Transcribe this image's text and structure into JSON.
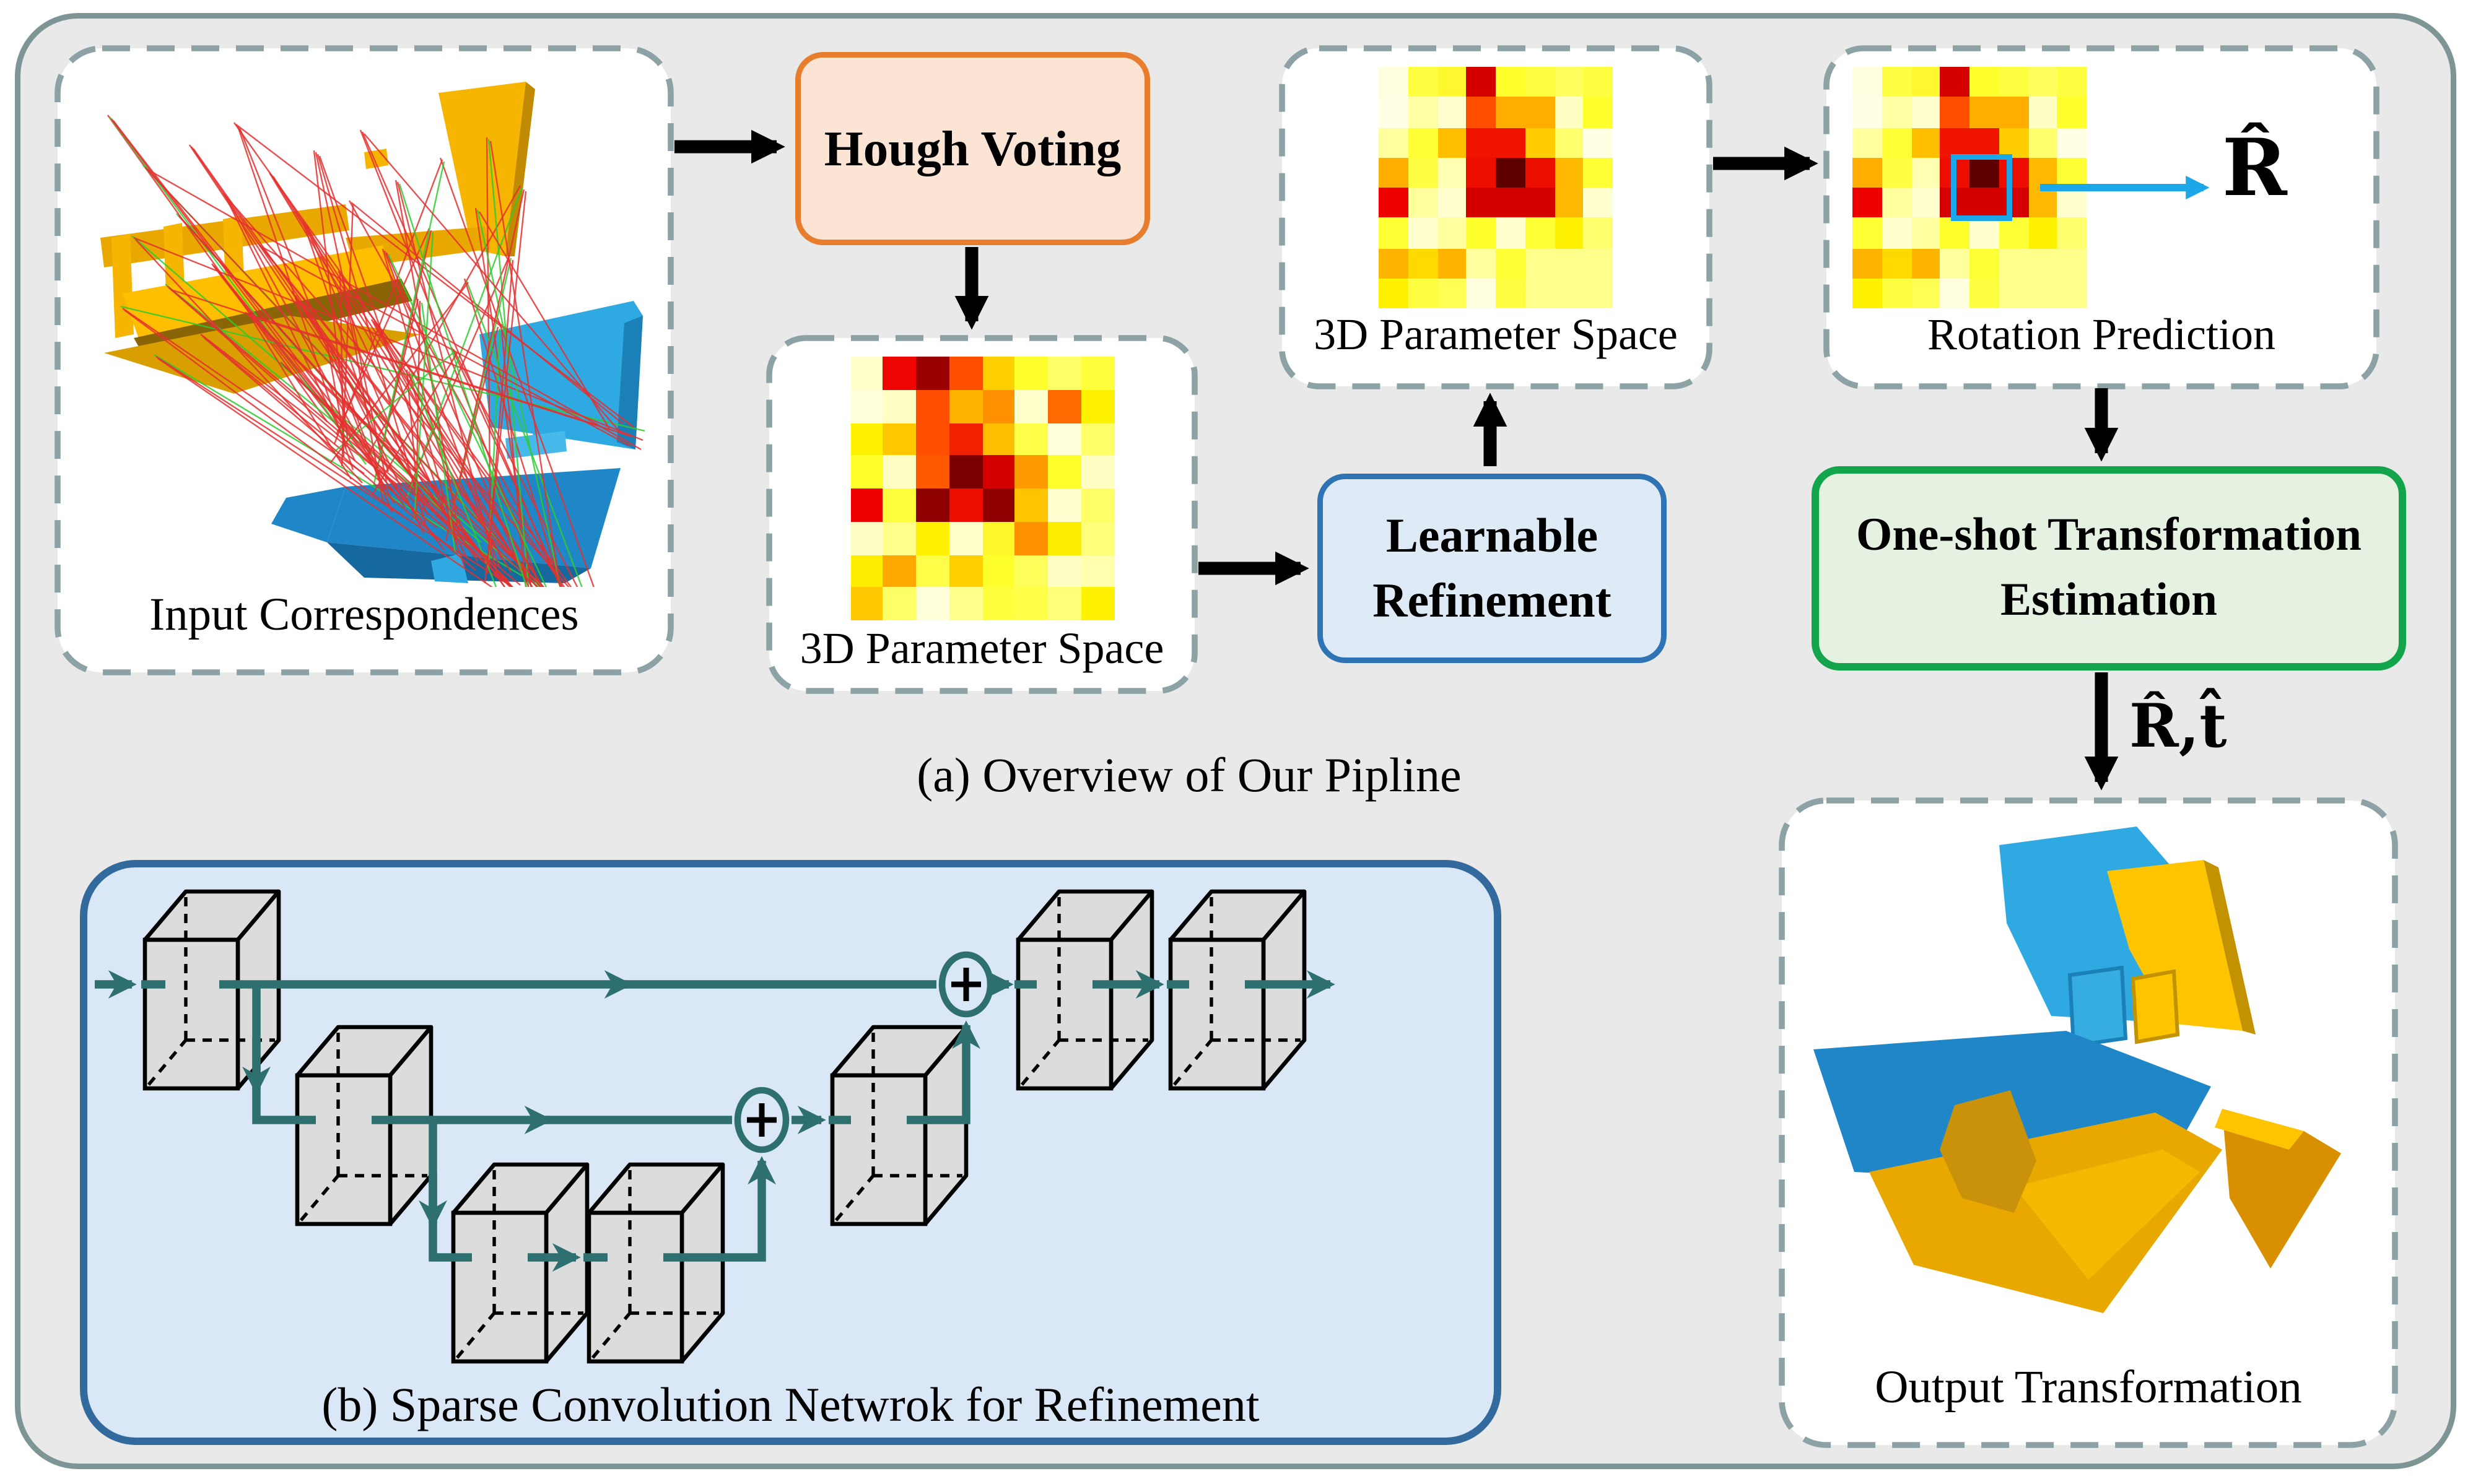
{
  "figure": {
    "panel_a": {
      "caption": "(a) Overview of Our Pipline",
      "input_box": {
        "label": "Input Correspondences"
      },
      "hough_box": {
        "label": "Hough Voting"
      },
      "param_space_box_1": {
        "label": "3D Parameter Space"
      },
      "learnable_box": {
        "label_line_1": "Learnable",
        "label_line_2": "Refinement"
      },
      "param_space_box_2": {
        "label": "3D Parameter Space"
      },
      "rotation_box": {
        "label": "Rotation Prediction",
        "rotation_annotation": "R̂"
      },
      "oneshot_box": {
        "label_line_1": "One-shot Transformation",
        "label_line_2": "Estimation"
      },
      "transform_annotation": "R̂,t̂",
      "output_box": {
        "label": "Output Transformation"
      }
    },
    "panel_b": {
      "caption": "(b) Sparse Convolution Netwrok for Refinement"
    }
  },
  "chart_data": [
    {
      "type": "heatmap",
      "name": "hough-vote-parameter-space",
      "title": "3D Parameter Space (after Hough Voting)",
      "rows": 8,
      "cols": 8,
      "cell_colors": [
        [
          "#FFFFCC",
          "#EE0400",
          "#9B0000",
          "#FF4E00",
          "#FFD000",
          "#FFFF2E",
          "#FFFF66",
          "#FFFF3D"
        ],
        [
          "#FFFFD9",
          "#FFFFC4",
          "#FF4E00",
          "#FFB400",
          "#FF9000",
          "#FFFFCC",
          "#FF6A00",
          "#FFF200"
        ],
        [
          "#FFF200",
          "#FFC800",
          "#FF4E00",
          "#F12000",
          "#FFBE00",
          "#FFFF49",
          "#FFFFD9",
          "#FFFF66"
        ],
        [
          "#FFFF2E",
          "#FFFFC4",
          "#FF5A00",
          "#7A0000",
          "#D40000",
          "#FF9A00",
          "#FFFF2E",
          "#FFFFC4"
        ],
        [
          "#ED0000",
          "#FFFF3D",
          "#8E0000",
          "#EE0E00",
          "#8E0000",
          "#FFC400",
          "#FFFFD0",
          "#FFFF66"
        ],
        [
          "#FFFFC4",
          "#FFFF8C",
          "#FFF200",
          "#FFFFCC",
          "#FFF72A",
          "#FF9000",
          "#FFEE00",
          "#FFFF7A"
        ],
        [
          "#FFEE00",
          "#FFA800",
          "#FFFF49",
          "#FFD000",
          "#FFFF2E",
          "#FFFF5C",
          "#FFFFC4",
          "#FFFFAD"
        ],
        [
          "#FFC800",
          "#FFFF66",
          "#FFFFD9",
          "#FFFF8C",
          "#FFFF3D",
          "#FFFF49",
          "#FFFF7A",
          "#FFF200"
        ]
      ]
    },
    {
      "type": "heatmap",
      "name": "refined-parameter-space",
      "title": "3D Parameter Space (refined) / Rotation Prediction",
      "rows": 8,
      "cols": 8,
      "cell_colors": [
        [
          "#FFFFE0",
          "#FFFF42",
          "#FFF82E",
          "#D40000",
          "#FFFF2E",
          "#FFFF42",
          "#FFFF60",
          "#FFFF42"
        ],
        [
          "#FFFFE6",
          "#FFFFA3",
          "#FFFFCF",
          "#FF4E00",
          "#FFAE00",
          "#FFAE00",
          "#FFFFC4",
          "#FFFF2E"
        ],
        [
          "#FFFF9E",
          "#FFFF36",
          "#FFBE00",
          "#F01400",
          "#F01400",
          "#FFCD00",
          "#FFFF6E",
          "#FFFFE6"
        ],
        [
          "#FFAE00",
          "#FFFF42",
          "#FFFFB3",
          "#EE0E00",
          "#5F0000",
          "#EE0E00",
          "#FFB900",
          "#FFFF36"
        ],
        [
          "#EE0000",
          "#FFFF9E",
          "#FFFFCF",
          "#D40000",
          "#D40000",
          "#D40000",
          "#FFB900",
          "#FFFFCF"
        ],
        [
          "#FFFF36",
          "#FFFFCF",
          "#FFFF9E",
          "#FFFF2E",
          "#FFFFCF",
          "#FFFF36",
          "#FFF200",
          "#FFFF6E"
        ],
        [
          "#FFB400",
          "#FFD900",
          "#FFB400",
          "#FFFF9E",
          "#FFFF36",
          "#FFFF8C",
          "#FFFF8C",
          "#FFFF8C"
        ],
        [
          "#FFF200",
          "#FFFF42",
          "#FFFF55",
          "#FFFFE0",
          "#FFFF42",
          "#FFFF8C",
          "#FFFF8C",
          "#FFFF8C"
        ]
      ]
    }
  ],
  "colors": {
    "canvas_bg": "#E9E9E9",
    "frame_border": "#7E9596",
    "dashed_border": "#8CA2A4",
    "hough_fill": "#FCE4D4",
    "hough_border": "#E87D2E",
    "learnable_fill": "#DEEAF6",
    "learnable_border": "#2E74B5",
    "oneshot_fill": "#E5F2E1",
    "oneshot_border": "#12A54B",
    "panel_b_fill": "#D9E7F6",
    "panel_b_border": "#336A9E",
    "network_arrow": "#2E6F6F",
    "black_arrow": "#000000",
    "highlight_square": "#1CA8E8",
    "cloud_yellow": "#F6B500",
    "cloud_blue": "#2FA9E1",
    "inlier_line_green": "#2ECC2E",
    "outlier_line_red": "#E53030",
    "cube_fill": "#DCDCDC"
  }
}
